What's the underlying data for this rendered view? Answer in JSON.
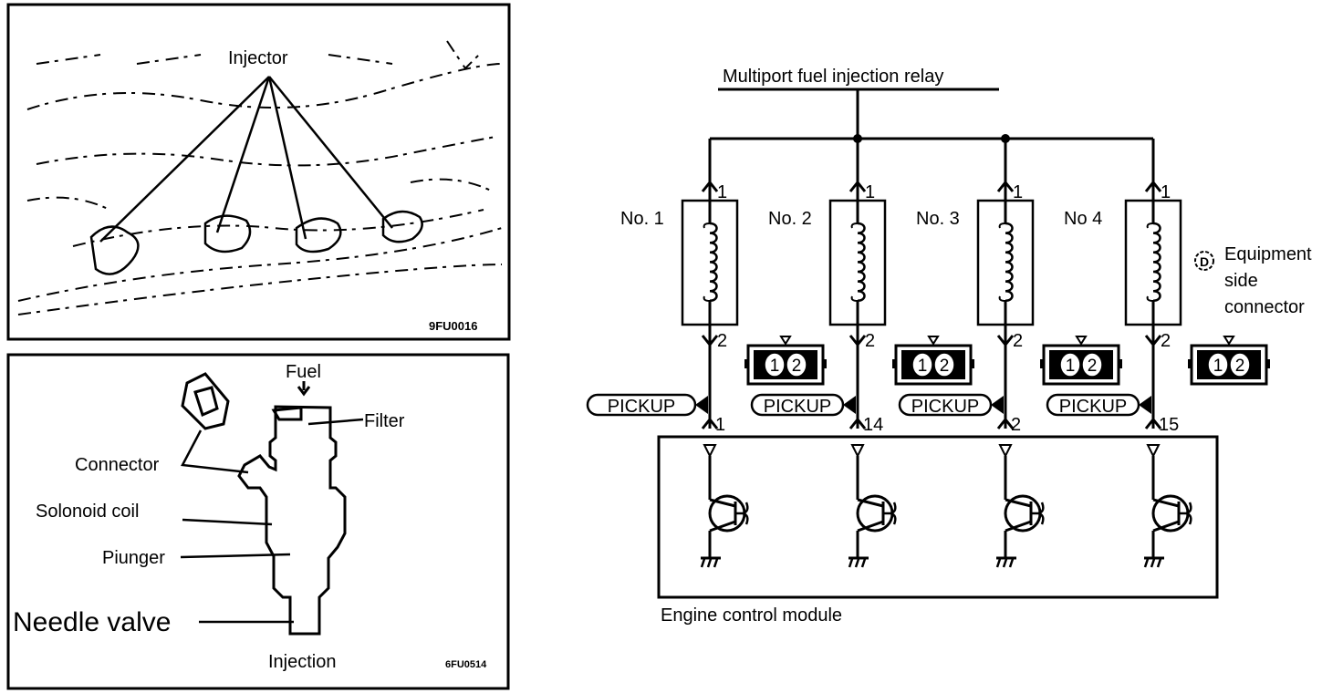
{
  "panel_top_left": {
    "label_injector": "Injector",
    "figure_code": "9FU0016"
  },
  "panel_bottom_left": {
    "label_fuel": "Fuel",
    "label_filter": "Filter",
    "label_connector": "Connector",
    "label_solenoid_coil": "Solonoid coil",
    "label_plunger": "Piunger",
    "label_needle_valve": "Needle valve",
    "label_injection": "Injection",
    "figure_code": "6FU0514"
  },
  "circuit": {
    "relay_label": "Multiport fuel injection relay",
    "ecm_label": "Engine control module",
    "equipment_connector": {
      "symbol": "D",
      "lines": [
        "Equipment",
        "side",
        "connector"
      ]
    },
    "injectors": [
      {
        "label": "No. 1",
        "pin_top": "1",
        "pin_bottom": "2",
        "ecm_pin": "1",
        "tag": "PICKUP",
        "conn_pins": [
          "1",
          "2"
        ]
      },
      {
        "label": "No. 2",
        "pin_top": "1",
        "pin_bottom": "2",
        "ecm_pin": "14",
        "tag": "PICKUP",
        "conn_pins": [
          "1",
          "2"
        ]
      },
      {
        "label": "No. 3",
        "pin_top": "1",
        "pin_bottom": "2",
        "ecm_pin": "2",
        "tag": "PICKUP",
        "conn_pins": [
          "1",
          "2"
        ]
      },
      {
        "label": "No  4",
        "pin_top": "1",
        "pin_bottom": "2",
        "ecm_pin": "15",
        "tag": "PICKUP",
        "conn_pins": [
          "1",
          "2"
        ]
      }
    ]
  }
}
